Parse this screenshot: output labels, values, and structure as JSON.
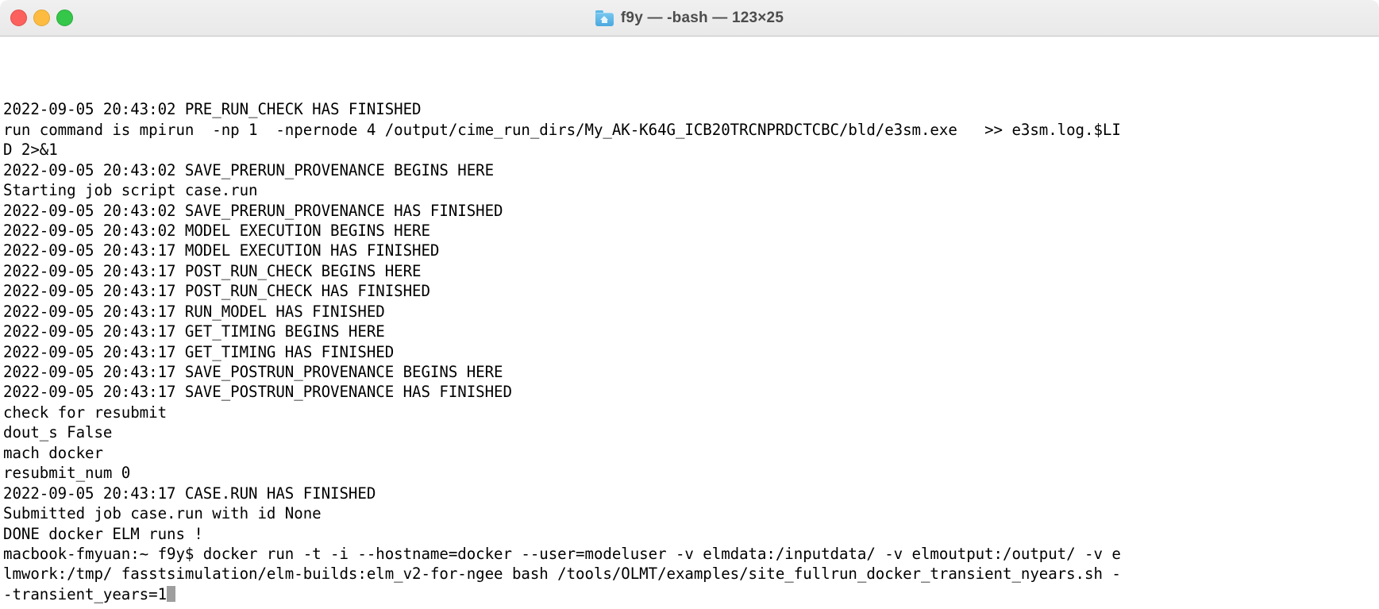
{
  "window": {
    "title": "f9y — -bash — 123×25",
    "icon": "home-folder-icon",
    "traffic_lights": {
      "close_label": "close",
      "minimize_label": "minimize",
      "maximize_label": "maximize",
      "close_color": "#fc615d",
      "minimize_color": "#fdbc40",
      "maximize_color": "#34c749"
    },
    "titlebar_bg": "#ececec",
    "title_color": "#4c4c4c"
  },
  "terminal": {
    "background": "#ffffff",
    "foreground": "#000000",
    "cursor_color": "#9e9e9e",
    "columns": 123,
    "rows": 25,
    "shell": "-bash",
    "prompt": "macbook-fmyuan:~ f9y$",
    "lines": [
      "2022-09-05 20:43:02 PRE_RUN_CHECK HAS FINISHED",
      "run command is mpirun  -np 1  -npernode 4 /output/cime_run_dirs/My_AK-K64G_ICB20TRCNPRDCTCBC/bld/e3sm.exe   >> e3sm.log.$LI",
      "D 2>&1",
      "2022-09-05 20:43:02 SAVE_PRERUN_PROVENANCE BEGINS HERE",
      "Starting job script case.run",
      "2022-09-05 20:43:02 SAVE_PRERUN_PROVENANCE HAS FINISHED",
      "2022-09-05 20:43:02 MODEL EXECUTION BEGINS HERE",
      "2022-09-05 20:43:17 MODEL EXECUTION HAS FINISHED",
      "2022-09-05 20:43:17 POST_RUN_CHECK BEGINS HERE",
      "2022-09-05 20:43:17 POST_RUN_CHECK HAS FINISHED",
      "2022-09-05 20:43:17 RUN_MODEL HAS FINISHED",
      "2022-09-05 20:43:17 GET_TIMING BEGINS HERE",
      "2022-09-05 20:43:17 GET_TIMING HAS FINISHED",
      "2022-09-05 20:43:17 SAVE_POSTRUN_PROVENANCE BEGINS HERE",
      "2022-09-05 20:43:17 SAVE_POSTRUN_PROVENANCE HAS FINISHED",
      "check for resubmit",
      "dout_s False",
      "mach docker",
      "resubmit_num 0",
      "2022-09-05 20:43:17 CASE.RUN HAS FINISHED",
      "Submitted job case.run with id None",
      "DONE docker ELM runs !",
      "macbook-fmyuan:~ f9y$ docker run -t -i --hostname=docker --user=modeluser -v elmdata:/inputdata/ -v elmoutput:/output/ -v e",
      "lmwork:/tmp/ fasstsimulation/elm-builds:elm_v2-for-ngee bash /tools/OLMT/examples/site_fullrun_docker_transient_nyears.sh -",
      "-transient_years=1"
    ]
  }
}
